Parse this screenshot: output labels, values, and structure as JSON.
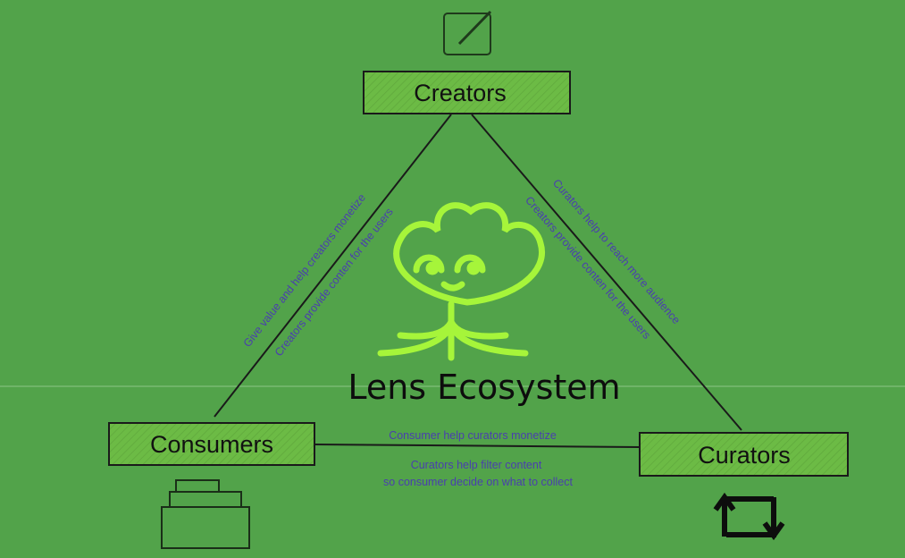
{
  "title": "Lens Ecosystem",
  "colors": {
    "background": "#52a34a",
    "node_fill": "#6cbb45",
    "logo": "#a6f53a",
    "edge_text": "#4a3fae"
  },
  "nodes": {
    "creators": {
      "label": "Creators",
      "icon": "pencil-square-icon"
    },
    "consumers": {
      "label": "Consumers",
      "icon": "stacked-boxes-icon"
    },
    "curators": {
      "label": "Curators",
      "icon": "repost-icon"
    }
  },
  "edges": {
    "creators_consumers": [
      "Give value and help creators monetize",
      "Creators provide conten for the users"
    ],
    "creators_curators": [
      "Curators help to reach more audience",
      "Creators provide conten for the users"
    ],
    "consumers_curators": [
      "Consumer help curators monetize",
      "Curators help filter content",
      "so consumer decide on what to collect"
    ]
  }
}
